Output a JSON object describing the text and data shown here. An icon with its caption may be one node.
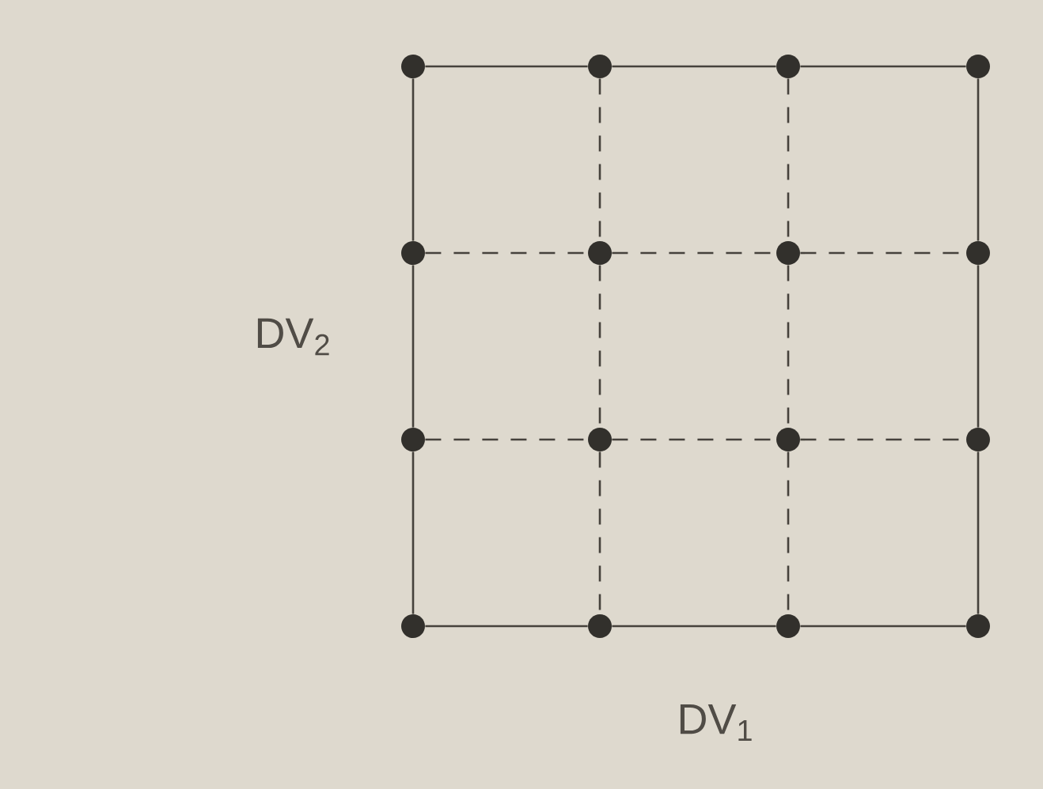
{
  "diagram": {
    "nodes": [
      {
        "text": [],
        "shape": "circle"
      },
      {
        "text": [],
        "shape": "circle"
      },
      {
        "text": [],
        "shape": "circle"
      },
      {
        "text": [],
        "shape": "circle"
      },
      {
        "text": [],
        "shape": "circle"
      },
      {
        "text": [],
        "shape": "circle"
      },
      {
        "text": [],
        "shape": "circle"
      },
      {
        "text": [],
        "shape": "circle"
      },
      {
        "text": [],
        "shape": "circle"
      },
      {
        "text": [],
        "shape": "circle"
      },
      {
        "text": [],
        "shape": "circle"
      },
      {
        "text": [],
        "shape": "circle"
      },
      {
        "text": [],
        "shape": "circle"
      },
      {
        "text": [],
        "shape": "circle"
      },
      {
        "text": [],
        "shape": "circle"
      },
      {
        "text": [],
        "shape": "circle"
      }
    ],
    "edges": [
      {
        "from": 0,
        "to": 1,
        "arrow": "none"
      },
      {
        "from": 1,
        "to": 2,
        "arrow": "none"
      },
      {
        "from": 2,
        "to": 3,
        "arrow": "none"
      },
      {
        "from": 4,
        "to": 5,
        "arrow": "none",
        "style": "dashed"
      },
      {
        "from": 5,
        "to": 6,
        "arrow": "none",
        "style": "dashed"
      },
      {
        "from": 6,
        "to": 7,
        "arrow": "none",
        "style": "dashed"
      },
      {
        "from": 8,
        "to": 9,
        "arrow": "none",
        "style": "dashed"
      },
      {
        "from": 9,
        "to": 10,
        "arrow": "none",
        "style": "dashed"
      },
      {
        "from": 10,
        "to": 11,
        "arrow": "none",
        "style": "dashed"
      },
      {
        "from": 12,
        "to": 13,
        "arrow": "none"
      },
      {
        "from": 13,
        "to": 14,
        "arrow": "none"
      },
      {
        "from": 14,
        "to": 15,
        "arrow": "none"
      },
      {
        "from": 0,
        "to": 4,
        "arrow": "none"
      },
      {
        "from": 4,
        "to": 8,
        "arrow": "none"
      },
      {
        "from": 8,
        "to": 12,
        "arrow": "none"
      },
      {
        "from": 1,
        "to": 5,
        "arrow": "none",
        "style": "dashed"
      },
      {
        "from": 5,
        "to": 9,
        "arrow": "none",
        "style": "dashed"
      },
      {
        "from": 9,
        "to": 13,
        "arrow": "none",
        "style": "dashed"
      },
      {
        "from": 2,
        "to": 6,
        "arrow": "none",
        "style": "dashed"
      },
      {
        "from": 6,
        "to": 10,
        "arrow": "none",
        "style": "dashed"
      },
      {
        "from": 10,
        "to": 14,
        "arrow": "none",
        "style": "dashed"
      },
      {
        "from": 3,
        "to": 7,
        "arrow": "none"
      },
      {
        "from": 7,
        "to": 11,
        "arrow": "none"
      },
      {
        "from": 11,
        "to": 15,
        "arrow": "none"
      }
    ],
    "labels": [
      "DV$_{2}$",
      "DV$_{1}$"
    ]
  }
}
